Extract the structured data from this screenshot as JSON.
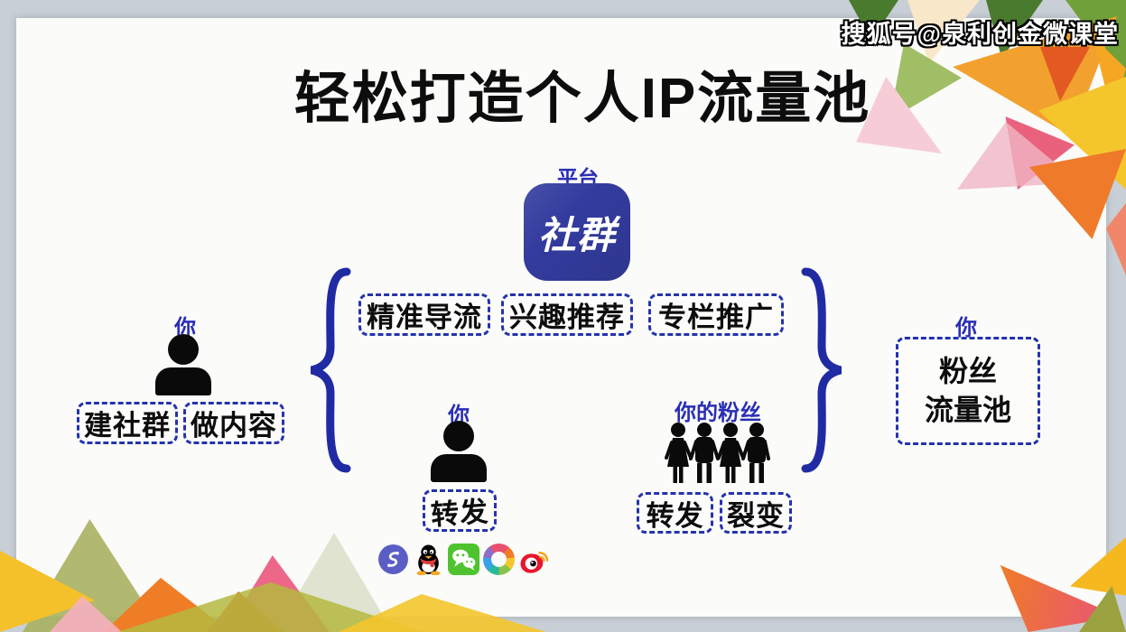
{
  "watermark": "搜狐号@泉利创金微课堂",
  "title": "轻松打造个人IP流量池",
  "platform": {
    "label": "平台",
    "app_name": "社群"
  },
  "channels": [
    "精准导流",
    "兴趣推荐",
    "专栏推广"
  ],
  "left_actor": {
    "label": "你",
    "actions": [
      "建社群",
      "做内容"
    ]
  },
  "middle_actor": {
    "label": "你",
    "actions": [
      "转发"
    ]
  },
  "fans": {
    "label": "你的粉丝",
    "actions": [
      "转发",
      "裂变"
    ]
  },
  "result": {
    "label": "你",
    "lines": [
      "粉丝",
      "流量池"
    ]
  },
  "icons": {
    "left_brace": "curly-brace-left",
    "right_brace": "curly-brace-right",
    "person": "person-silhouette",
    "fans_group": "four-people-silhouette",
    "social": [
      "purple-s-app-icon",
      "qq-icon",
      "wechat-icon",
      "rainbow-ring-icon",
      "weibo-icon"
    ]
  },
  "colors": {
    "accent_blue": "#2533ad",
    "app_blue": "#333c9e",
    "title_black": "#0d0d0d",
    "slide_bg": "#fbfbf9",
    "frame_gray": "#c8cfd6"
  }
}
